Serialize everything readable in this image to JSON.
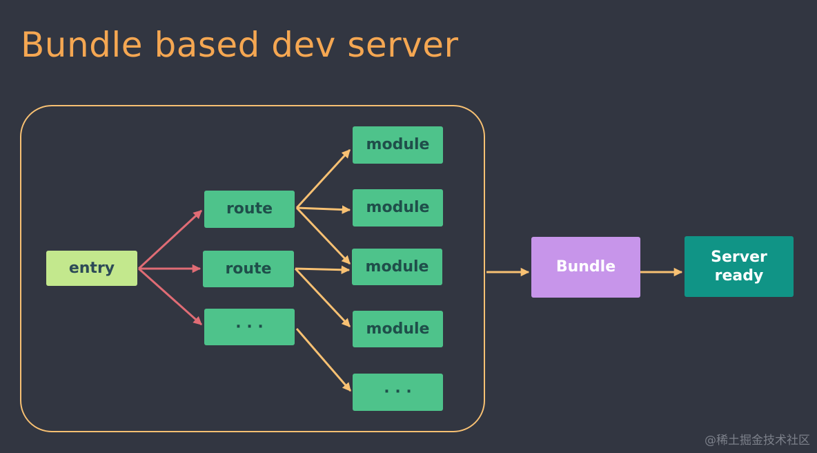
{
  "title": "Bundle based dev server",
  "nodes": {
    "entry": "entry",
    "route_1": "route",
    "route_2": "route",
    "route_more": "· · ·",
    "module_1": "module",
    "module_2": "module",
    "module_3": "module",
    "module_4": "module",
    "module_more": "· · ·",
    "bundle": "Bundle",
    "server_ready": "Server ready"
  },
  "colors": {
    "background": "#323641",
    "title": "#f5a752",
    "frame": "#f8c173",
    "entry_arrows": "#e06c75",
    "route_arrows": "#f8c173",
    "entry_box": "#c3e88d",
    "route_module_box": "#4ec38b",
    "bundle_box": "#c795ea",
    "server_ready_box": "#109486"
  },
  "watermark": "@稀土掘金技术社区"
}
